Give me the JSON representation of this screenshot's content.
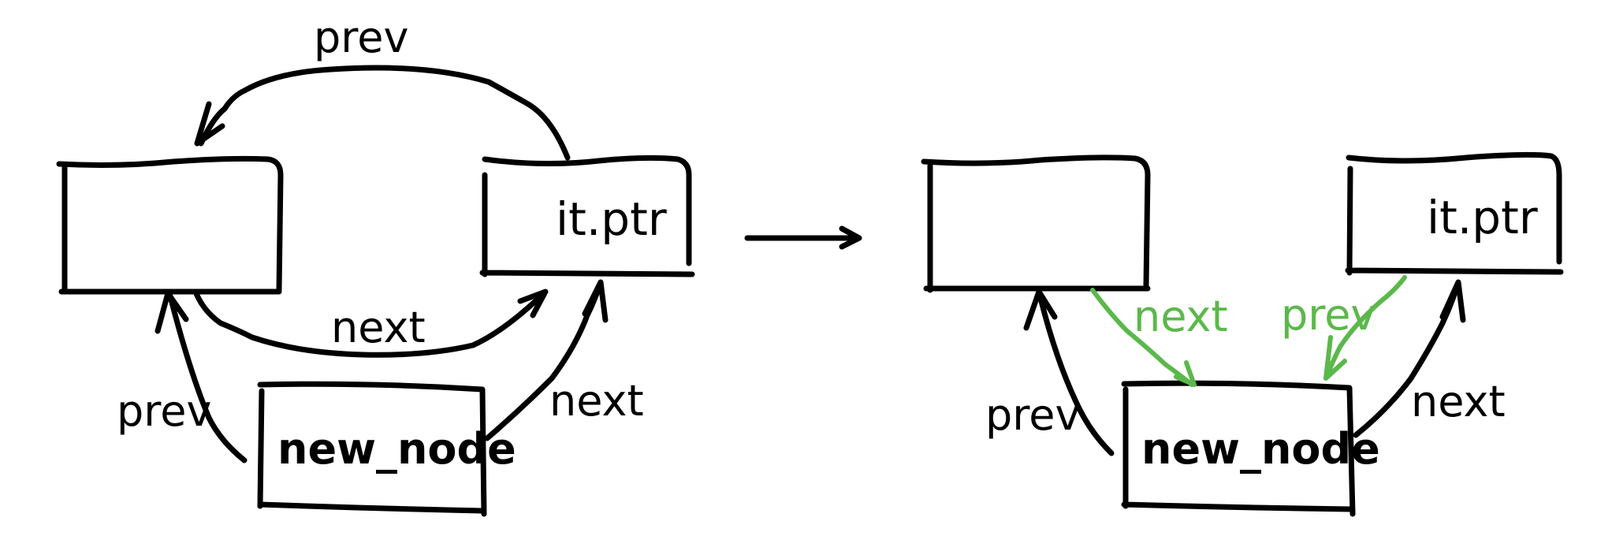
{
  "colors": {
    "ink": "#000000",
    "highlight": "#5bb84a",
    "background": "#ffffff"
  },
  "before": {
    "nodes": {
      "left": {
        "label": ""
      },
      "itptr": {
        "label": "it.ptr"
      },
      "new_node": {
        "label": "new_node"
      }
    },
    "edges": {
      "itptr_to_left_prev": "prev",
      "left_to_itptr_next": "next",
      "new_node_to_left_prev": "prev",
      "new_node_to_itptr_next": "next"
    }
  },
  "transition_arrow": "→",
  "after": {
    "nodes": {
      "left": {
        "label": ""
      },
      "itptr": {
        "label": "it.ptr"
      },
      "new_node": {
        "label": "new_node"
      }
    },
    "edges": {
      "left_to_new_node_next": "next",
      "itptr_to_new_node_prev": "prev",
      "new_node_to_left_prev": "prev",
      "new_node_to_itptr_next": "next"
    }
  }
}
